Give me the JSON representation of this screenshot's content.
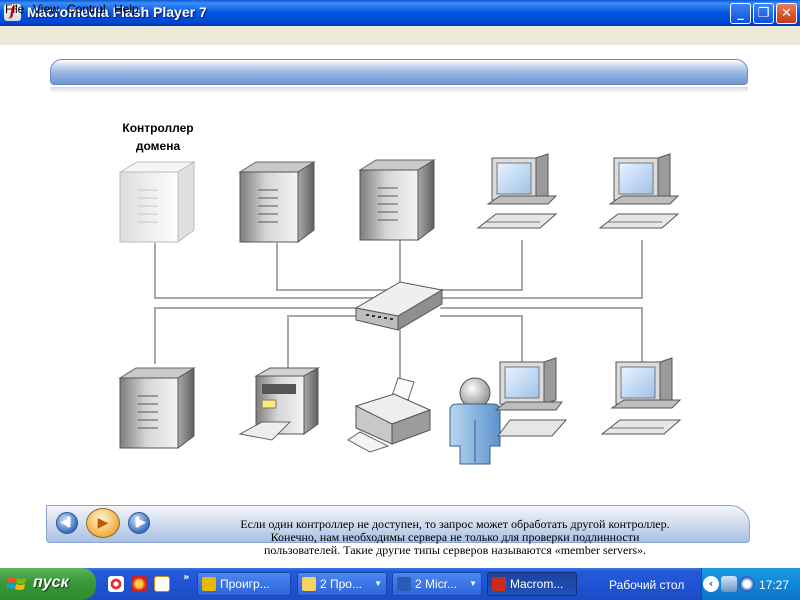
{
  "window": {
    "title": "Macromedia Flash Player 7",
    "min_glyph": "_",
    "max_glyph": "❐",
    "close_glyph": "✕"
  },
  "menu": {
    "items": [
      "File",
      "View",
      "Control",
      "Help"
    ]
  },
  "diagram": {
    "domain_controller_label_line1": "Контроллер",
    "domain_controller_label_line2": "домена"
  },
  "player": {
    "rewind_glyph": "◀▌",
    "play_glyph": "▶",
    "forward_glyph": "▐▶",
    "caption_line1": "Если один контроллер не доступен, то запрос может обработать другой контроллер.",
    "caption_line2": "Конечно, нам необходимы сервера не только для проверки подлинности",
    "caption_line3": "пользователей. Такие другие типы серверов называются «member servers»."
  },
  "taskbar": {
    "start_label": "пуск",
    "quicklaunch_more": "»",
    "tasks": [
      {
        "label": "Проигр...",
        "icon_color": "#e8b800"
      },
      {
        "label": "2 Про...",
        "icon_color": "#f4d35e"
      },
      {
        "label": "2 Micr...",
        "icon_color": "#2b5bb8"
      },
      {
        "label": "Macrom...",
        "icon_color": "#cc2a1a"
      }
    ],
    "task_arrow": "▼",
    "desktop_label": "Рабочий стол",
    "tray_chevron": "‹",
    "clock": "17:27"
  },
  "colors": {
    "titlebar": "#0055e5",
    "taskbar": "#2459d8",
    "start_button": "#3a9a3a",
    "player_bar": "#aac1e2"
  }
}
